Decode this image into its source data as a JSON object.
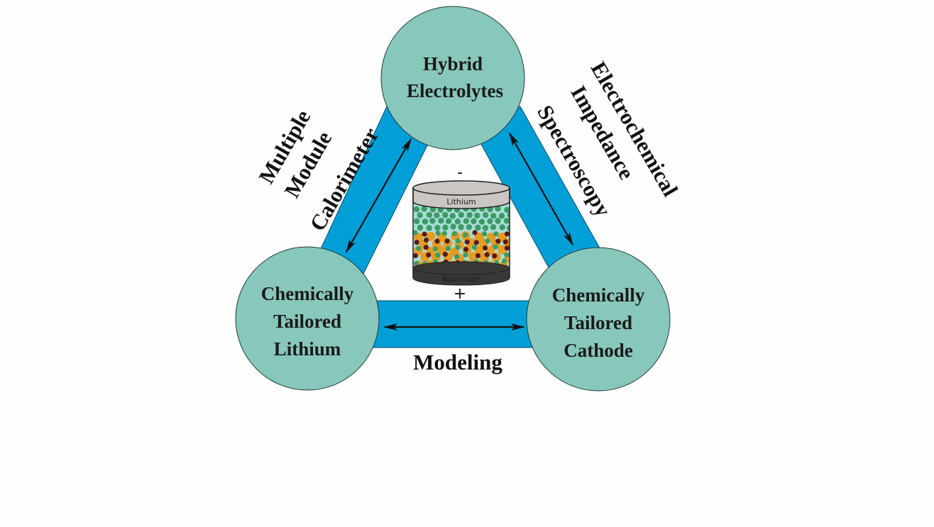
{
  "colors": {
    "node_fill": "#88c7bb",
    "node_stroke": "#1f3b36",
    "band_fill": "#009fd8",
    "band_stroke": "#0a4860",
    "background": "#fefefe",
    "lithium_fill": "#c9c6c3",
    "aluminum_fill": "#3a3837",
    "electrolyte_fill": "#a9dcd7",
    "green_particle": "#3c9b63",
    "orange_particle": "#e59c22",
    "dark_particle": "#5a1a1a"
  },
  "nodes": {
    "top": {
      "lines": [
        "Hybrid",
        "Electrolytes"
      ]
    },
    "left": {
      "lines": [
        "Chemically",
        "Tailored",
        "Lithium"
      ]
    },
    "right": {
      "lines": [
        "Chemically",
        "Tailored",
        "Cathode"
      ]
    }
  },
  "edges": {
    "left": {
      "lines": [
        "Multiple",
        "Module",
        "Calorimeter"
      ]
    },
    "right": {
      "lines": [
        "Electrochemical",
        "Impedance",
        "Spectroscopy"
      ]
    },
    "bottom": {
      "lines": [
        "Modeling"
      ]
    }
  },
  "cell": {
    "top_label": "Lithium",
    "bottom_label": "Aluminum",
    "negative": "-",
    "positive": "+"
  }
}
